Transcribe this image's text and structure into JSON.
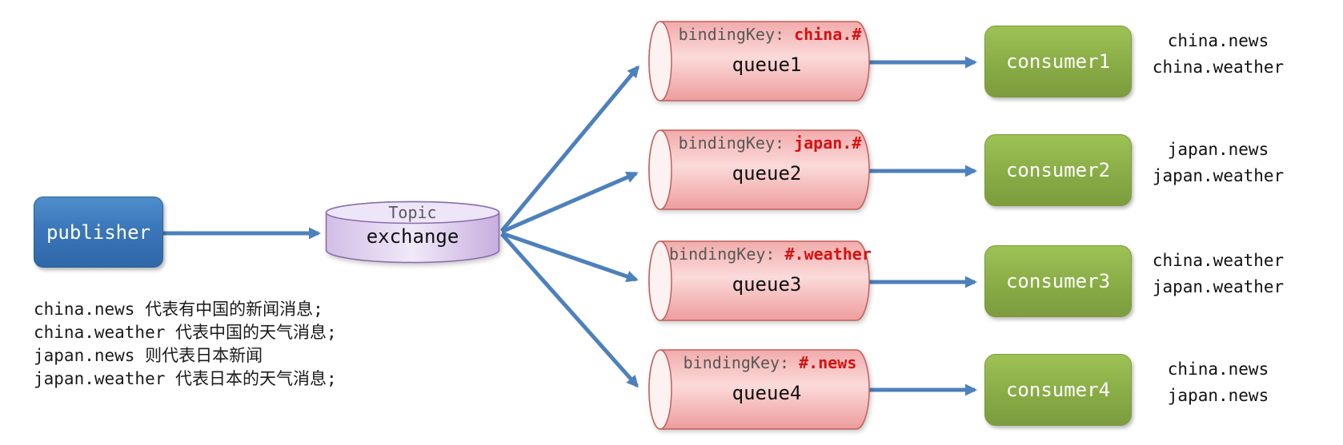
{
  "diagram": {
    "title_hint": "RabbitMQ topic exchange routing diagram",
    "publisher": {
      "label": "publisher"
    },
    "exchange": {
      "type_label": "Topic",
      "label": "exchange"
    },
    "queues": [
      {
        "name": "queue1",
        "binding_label": "bindingKey: ",
        "binding_key": "china.#"
      },
      {
        "name": "queue2",
        "binding_label": "bindingKey: ",
        "binding_key": "japan.#"
      },
      {
        "name": "queue3",
        "binding_label": "bindingKey: ",
        "binding_key": "#.weather"
      },
      {
        "name": "queue4",
        "binding_label": "bindingKey: ",
        "binding_key": "#.news"
      }
    ],
    "consumers": [
      {
        "name": "consumer1",
        "messages": [
          "china.news",
          "china.weather"
        ]
      },
      {
        "name": "consumer2",
        "messages": [
          "japan.news",
          "japan.weather"
        ]
      },
      {
        "name": "consumer3",
        "messages": [
          "china.weather",
          "japan.weather"
        ]
      },
      {
        "name": "consumer4",
        "messages": [
          "china.news",
          "japan.news"
        ]
      }
    ],
    "notes": [
      "china.news 代表有中国的新闻消息;",
      "china.weather 代表中国的天气消息;",
      "japan.news 则代表日本新闻",
      "japan.weather 代表日本的天气消息;"
    ],
    "colors": {
      "arrow_blue": "#4d80bc",
      "publisher_blue": "#3e7cc0",
      "consumer_green": "#8db04a",
      "queue_pink": "#f5b6b6",
      "queue_border_red": "#c2605b",
      "binding_key_red": "#d61111",
      "exchange_purple": "#d9c6ea",
      "exchange_border": "#8a6bae",
      "label_gray": "#595959"
    }
  }
}
